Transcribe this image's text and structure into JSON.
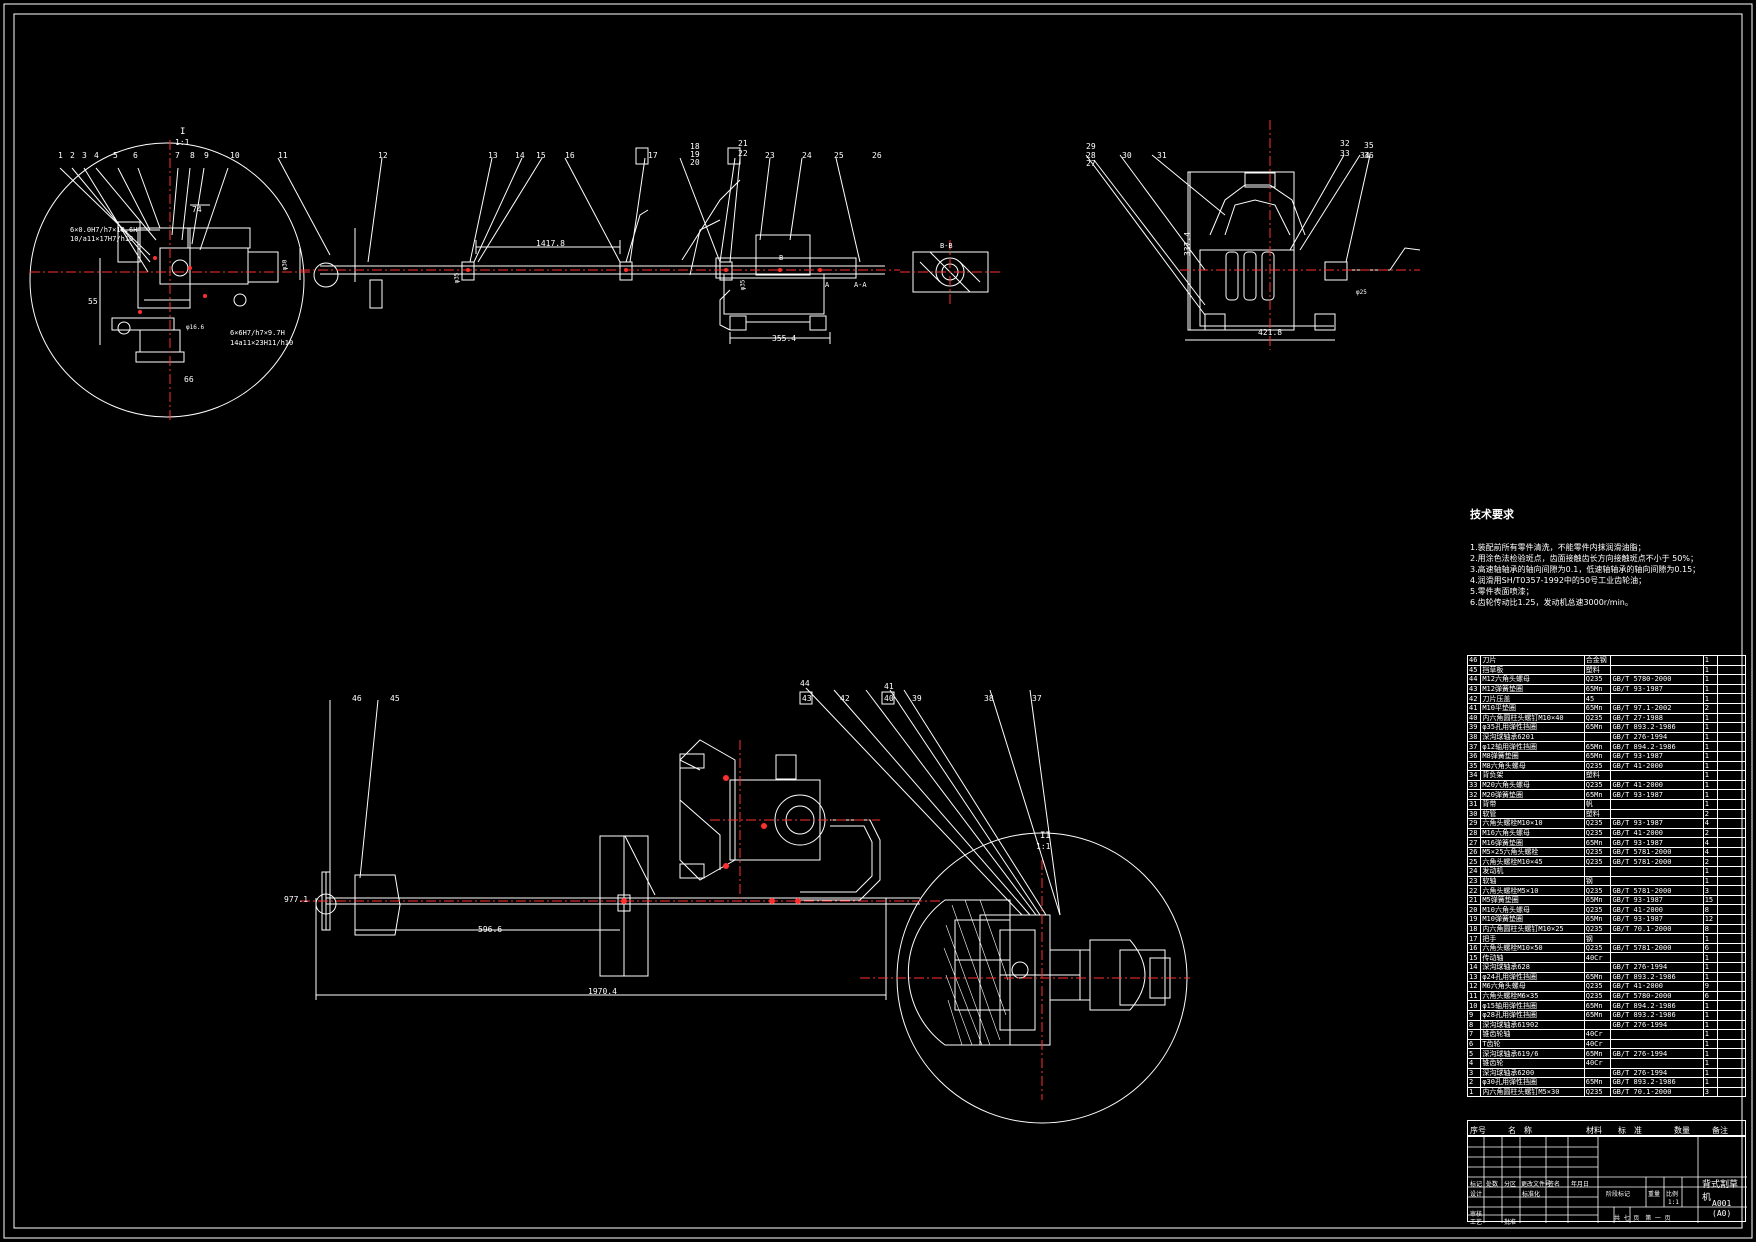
{
  "callouts": [
    "1",
    "2",
    "3",
    "4",
    "5",
    "6",
    "7",
    "8",
    "9",
    "10",
    "11",
    "12",
    "13",
    "14",
    "15",
    "16",
    "17",
    "18",
    "19",
    "20",
    "21",
    "22",
    "23",
    "24",
    "25",
    "26",
    "27",
    "28",
    "29",
    "30",
    "31",
    "32",
    "33",
    "34",
    "35",
    "36",
    "37",
    "38",
    "39",
    "40",
    "41",
    "42",
    "43",
    "44",
    "45",
    "46"
  ],
  "labels": {
    "detail_i": "I",
    "detail_i_scale": "1:1",
    "detail_ii": "II",
    "detail_ii_scale": "1:1",
    "section_bb": "B-B",
    "section_aa": "A-A",
    "arrow_a": "A",
    "arrow_b": "B"
  },
  "dimensions": {
    "d74": "74",
    "d55": "55",
    "d66": "66",
    "spline1": "6×0.0H7/h7×10.6H",
    "spline2": "10/a11×17H7/h10",
    "spline3": "6×6H7/h7×9.7H",
    "spline4": "14a11×23H11/h10",
    "d1417": "1417.8",
    "d355": "355.4",
    "d337": "337.4",
    "d421": "421.8",
    "d977": "977.1",
    "d596": "596.6",
    "d1970": "1970.4",
    "phi35": "φ35",
    "phi16": "φ16.6",
    "phi25": "φ25",
    "phi35b": "φ35",
    "phi30": "φ30"
  },
  "tech_requirements": {
    "title": "技术要求",
    "items": [
      "1.装配前所有零件清洗，不能零件内抹润滑油脂；",
      "2.用涂色法检验斑点，齿面接触齿长方向接触斑点不小于 50%；",
      "3.高速轴轴承的轴向间隙为0.1，低速轴轴承的轴向间隙为0.15；",
      "4.润滑用SH/T0357-1992中的50号工业齿轮油；",
      "5.零件表面喷漆；",
      "6.齿轮传动比1.25，发动机总速3000r/min。"
    ]
  },
  "bom": [
    [
      "46",
      "刀片",
      "合金钢",
      "",
      "1",
      ""
    ],
    [
      "45",
      "挡草板",
      "塑料",
      "",
      "1",
      ""
    ],
    [
      "44",
      "M12六角头螺母",
      "Q235",
      "GB/T 5780-2000",
      "1",
      ""
    ],
    [
      "43",
      "M12弹簧垫圈",
      "65Mn",
      "GB/T 93-1987",
      "1",
      ""
    ],
    [
      "42",
      "刀片压盖",
      "45",
      "",
      "1",
      ""
    ],
    [
      "41",
      "M10平垫圈",
      "65Mn",
      "GB/T 97.1-2002",
      "2",
      ""
    ],
    [
      "40",
      "内六角圆柱头螺钉M10×40",
      "Q235",
      "GB/T 27-1988",
      "1",
      ""
    ],
    [
      "39",
      "φ35孔用弹性挡圈",
      "65Mn",
      "GB/T 893.2-1986",
      "1",
      ""
    ],
    [
      "38",
      "深沟球轴承6201",
      "",
      "GB/T 276-1994",
      "1",
      ""
    ],
    [
      "37",
      "φ12轴用弹性挡圈",
      "65Mn",
      "GB/T 894.2-1986",
      "1",
      ""
    ],
    [
      "36",
      "M8弹簧垫圈",
      "65Mn",
      "GB/T 93-1987",
      "1",
      ""
    ],
    [
      "35",
      "M8六角头螺母",
      "Q235",
      "GB/T 41-2000",
      "1",
      ""
    ],
    [
      "34",
      "背负架",
      "塑料",
      "",
      "1",
      ""
    ],
    [
      "33",
      "M20六角头螺母",
      "Q235",
      "GB/T 41-2000",
      "1",
      ""
    ],
    [
      "32",
      "M20弹簧垫圈",
      "65Mn",
      "GB/T 93-1987",
      "1",
      ""
    ],
    [
      "31",
      "背带",
      "帆",
      "",
      "1",
      ""
    ],
    [
      "30",
      "软管",
      "塑料",
      "",
      "2",
      ""
    ],
    [
      "29",
      "六角头螺栓M10×10",
      "Q235",
      "GB/T 93-1987",
      "4",
      ""
    ],
    [
      "28",
      "M16六角头螺母",
      "Q235",
      "GB/T 41-2000",
      "2",
      ""
    ],
    [
      "27",
      "M16弹簧垫圈",
      "65Mn",
      "GB/T 93-1987",
      "4",
      ""
    ],
    [
      "26",
      "M5×25六角头螺栓",
      "Q235",
      "GB/T 5781-2000",
      "4",
      ""
    ],
    [
      "25",
      "六角头螺栓M10×45",
      "Q235",
      "GB/T 5781-2000",
      "2",
      ""
    ],
    [
      "24",
      "发动机",
      "",
      "",
      "1",
      ""
    ],
    [
      "23",
      "软轴",
      "钢",
      "",
      "1",
      ""
    ],
    [
      "22",
      "六角头螺栓M5×10",
      "Q235",
      "GB/T 5781-2000",
      "3",
      ""
    ],
    [
      "21",
      "M5弹簧垫圈",
      "65Mn",
      "GB/T 93-1987",
      "15",
      ""
    ],
    [
      "20",
      "M10六角头螺母",
      "Q235",
      "GB/T 41-2000",
      "8",
      ""
    ],
    [
      "19",
      "M10弹簧垫圈",
      "65Mn",
      "GB/T 93-1987",
      "12",
      ""
    ],
    [
      "18",
      "内六角圆柱头螺钉M10×25",
      "Q235",
      "GB/T 70.1-2000",
      "8",
      ""
    ],
    [
      "17",
      "把手",
      "钢",
      "",
      "1",
      ""
    ],
    [
      "16",
      "六角头螺栓M10×50",
      "Q235",
      "GB/T 5781-2000",
      "6",
      ""
    ],
    [
      "15",
      "传动轴",
      "40Cr",
      "",
      "1",
      ""
    ],
    [
      "14",
      "深沟球轴承628",
      "",
      "GB/T 276-1994",
      "1",
      ""
    ],
    [
      "13",
      "φ24孔用弹性挡圈",
      "65Mn",
      "GB/T 893.2-1986",
      "1",
      ""
    ],
    [
      "12",
      "M6六角头螺母",
      "Q235",
      "GB/T 41-2000",
      "9",
      ""
    ],
    [
      "11",
      "六角头螺栓M6×35",
      "Q235",
      "GB/T 5780-2000",
      "6",
      ""
    ],
    [
      "10",
      "φ15轴用弹性挡圈",
      "65Mn",
      "GB/T 894.2-1986",
      "1",
      ""
    ],
    [
      "9",
      "φ28孔用弹性挡圈",
      "65Mn",
      "GB/T 893.2-1986",
      "1",
      ""
    ],
    [
      "8",
      "深沟球轴承61902",
      "",
      "GB/T 276-1994",
      "1",
      ""
    ],
    [
      "7",
      "锥齿轮轴",
      "40Cr",
      "",
      "1",
      ""
    ],
    [
      "6",
      "T齿轮",
      "40Cr",
      "",
      "1",
      ""
    ],
    [
      "5",
      "深沟球轴承619/6",
      "65Mn",
      "GB/T 276-1994",
      "1",
      ""
    ],
    [
      "4",
      "锥齿轮",
      "40Cr",
      "",
      "1",
      ""
    ],
    [
      "3",
      "深沟球轴承6200",
      "",
      "GB/T 276-1994",
      "1",
      ""
    ],
    [
      "2",
      "φ30孔用弹性挡圈",
      "65Mn",
      "GB/T 893.2-1986",
      "1",
      ""
    ],
    [
      "1",
      "内六角圆柱头螺钉M5×30",
      "Q235",
      "GB/T 70.1-2000",
      "3",
      ""
    ]
  ],
  "bom_header": {
    "no": "序号",
    "name": "名　称",
    "material": "材料",
    "standard": "标　准",
    "qty": "数量",
    "remark": "备注"
  },
  "title_block": {
    "name": "背式割草机",
    "drawing_no": "A001",
    "size": "(A0)",
    "scale": "1:1",
    "sheet": "共 七 页　第 一 页",
    "design": "设计",
    "check": "审核",
    "process": "工艺",
    "approve": "批准",
    "mark": "标记",
    "count": "处数",
    "zone": "分区",
    "doc": "更改文件号",
    "sign": "签名",
    "date": "年月日",
    "std": "标准化",
    "stage": "阶段标记",
    "weight": "重量",
    "ratio": "比例"
  }
}
